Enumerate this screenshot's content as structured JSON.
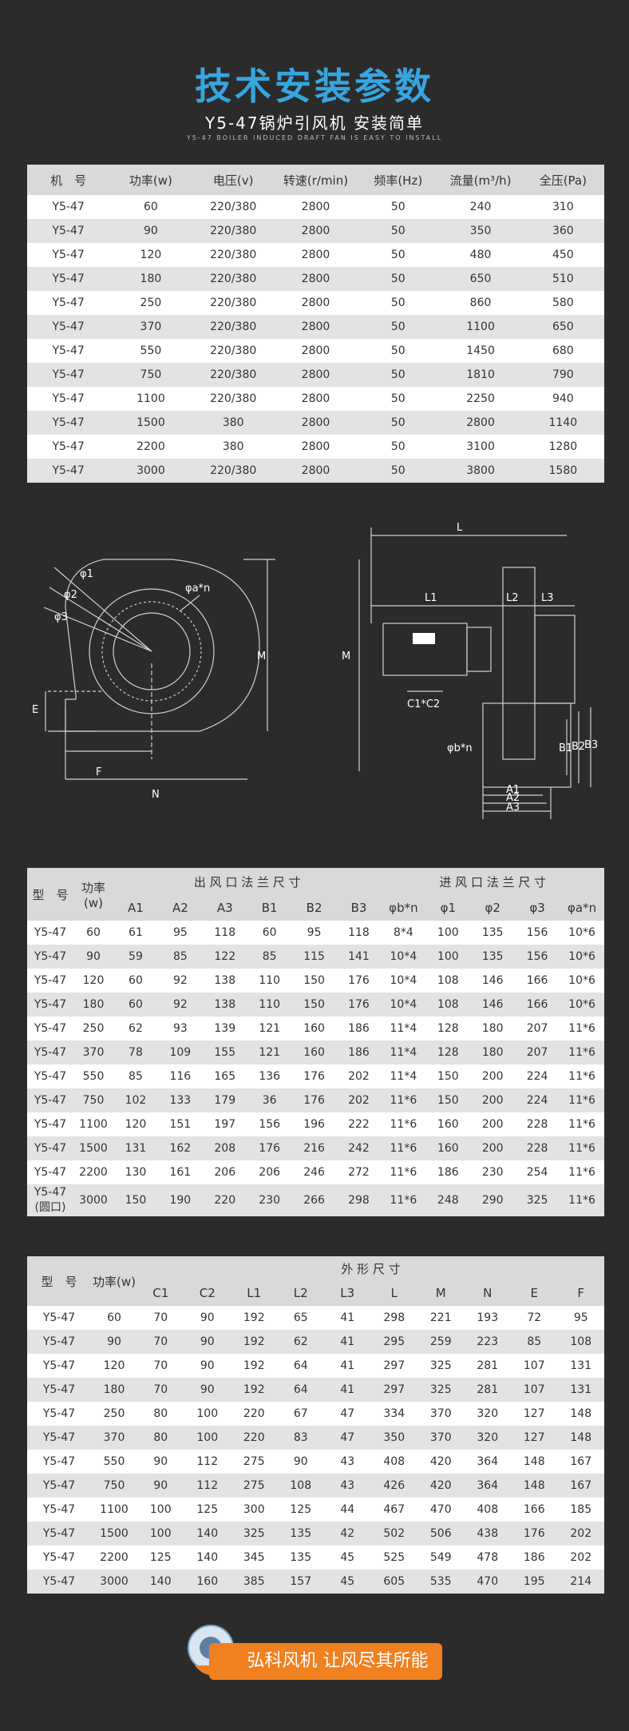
{
  "header": {
    "title": "技术安装参数",
    "subtitle": "Y5-47锅炉引风机 安装简单",
    "tagline": "Y5-47 BOILER INDUCED DRAFT FAN IS EASY TO INSTALL"
  },
  "spec_table": {
    "headers": [
      "机　号",
      "功率(w)",
      "电压(v)",
      "转速(r/min)",
      "频率(Hz)",
      "流量(m³/h)",
      "全压(Pa)"
    ],
    "rows": [
      [
        "Y5-47",
        "60",
        "220/380",
        "2800",
        "50",
        "240",
        "310"
      ],
      [
        "Y5-47",
        "90",
        "220/380",
        "2800",
        "50",
        "350",
        "360"
      ],
      [
        "Y5-47",
        "120",
        "220/380",
        "2800",
        "50",
        "480",
        "450"
      ],
      [
        "Y5-47",
        "180",
        "220/380",
        "2800",
        "50",
        "650",
        "510"
      ],
      [
        "Y5-47",
        "250",
        "220/380",
        "2800",
        "50",
        "860",
        "580"
      ],
      [
        "Y5-47",
        "370",
        "220/380",
        "2800",
        "50",
        "1100",
        "650"
      ],
      [
        "Y5-47",
        "550",
        "220/380",
        "2800",
        "50",
        "1450",
        "680"
      ],
      [
        "Y5-47",
        "750",
        "220/380",
        "2800",
        "50",
        "1810",
        "790"
      ],
      [
        "Y5-47",
        "1100",
        "220/380",
        "2800",
        "50",
        "2250",
        "940"
      ],
      [
        "Y5-47",
        "1500",
        "380",
        "2800",
        "50",
        "2800",
        "1140"
      ],
      [
        "Y5-47",
        "2200",
        "380",
        "2800",
        "50",
        "3100",
        "1280"
      ],
      [
        "Y5-47",
        "3000",
        "220/380",
        "2800",
        "50",
        "3800",
        "1580"
      ]
    ]
  },
  "diagram_labels": {
    "phi1": "φ1",
    "phi2": "φ2",
    "phi3": "φ3",
    "phian": "φa*n",
    "E": "E",
    "F": "F",
    "N": "N",
    "M_left": "M",
    "L": "L",
    "L1": "L1",
    "L2": "L2",
    "L3": "L3",
    "M_right": "M",
    "C1C2": "C1*C2",
    "phibn": "φb*n",
    "B1": "B1",
    "B2": "B2",
    "B3": "B3",
    "A1": "A1",
    "A2": "A2",
    "A3": "A3"
  },
  "flange_table": {
    "model_header": "型　号",
    "power_header": "功率(w)",
    "outlet_group": "出 风 口 法 兰 尺 寸",
    "inlet_group": "进 风 口 法 兰 尺 寸",
    "sub_headers": [
      "A1",
      "A2",
      "A3",
      "B1",
      "B2",
      "B3",
      "φb*n",
      "φ1",
      "φ2",
      "φ3",
      "φa*n"
    ],
    "rows": [
      [
        "Y5-47",
        "60",
        "61",
        "95",
        "118",
        "60",
        "95",
        "118",
        "8*4",
        "100",
        "135",
        "156",
        "10*6"
      ],
      [
        "Y5-47",
        "90",
        "59",
        "85",
        "122",
        "85",
        "115",
        "141",
        "10*4",
        "100",
        "135",
        "156",
        "10*6"
      ],
      [
        "Y5-47",
        "120",
        "60",
        "92",
        "138",
        "110",
        "150",
        "176",
        "10*4",
        "108",
        "146",
        "166",
        "10*6"
      ],
      [
        "Y5-47",
        "180",
        "60",
        "92",
        "138",
        "110",
        "150",
        "176",
        "10*4",
        "108",
        "146",
        "166",
        "10*6"
      ],
      [
        "Y5-47",
        "250",
        "62",
        "93",
        "139",
        "121",
        "160",
        "186",
        "11*4",
        "128",
        "180",
        "207",
        "11*6"
      ],
      [
        "Y5-47",
        "370",
        "78",
        "109",
        "155",
        "121",
        "160",
        "186",
        "11*4",
        "128",
        "180",
        "207",
        "11*6"
      ],
      [
        "Y5-47",
        "550",
        "85",
        "116",
        "165",
        "136",
        "176",
        "202",
        "11*4",
        "150",
        "200",
        "224",
        "11*6"
      ],
      [
        "Y5-47",
        "750",
        "102",
        "133",
        "179",
        "36",
        "176",
        "202",
        "11*6",
        "150",
        "200",
        "224",
        "11*6"
      ],
      [
        "Y5-47",
        "1100",
        "120",
        "151",
        "197",
        "156",
        "196",
        "222",
        "11*6",
        "160",
        "200",
        "228",
        "11*6"
      ],
      [
        "Y5-47",
        "1500",
        "131",
        "162",
        "208",
        "176",
        "216",
        "242",
        "11*6",
        "160",
        "200",
        "228",
        "11*6"
      ],
      [
        "Y5-47",
        "2200",
        "130",
        "161",
        "206",
        "206",
        "246",
        "272",
        "11*6",
        "186",
        "230",
        "254",
        "11*6"
      ],
      [
        "Y5-47 (圆口)",
        "3000",
        "150",
        "190",
        "220",
        "230",
        "266",
        "298",
        "11*6",
        "248",
        "290",
        "325",
        "11*6"
      ]
    ]
  },
  "outline_table": {
    "model_header": "型　号",
    "power_header": "功率(w)",
    "group": "外 形 尺 寸",
    "sub_headers": [
      "C1",
      "C2",
      "L1",
      "L2",
      "L3",
      "L",
      "M",
      "N",
      "E",
      "F"
    ],
    "rows": [
      [
        "Y5-47",
        "60",
        "70",
        "90",
        "192",
        "65",
        "41",
        "298",
        "221",
        "193",
        "72",
        "95"
      ],
      [
        "Y5-47",
        "90",
        "70",
        "90",
        "192",
        "62",
        "41",
        "295",
        "259",
        "223",
        "85",
        "108"
      ],
      [
        "Y5-47",
        "120",
        "70",
        "90",
        "192",
        "64",
        "41",
        "297",
        "325",
        "281",
        "107",
        "131"
      ],
      [
        "Y5-47",
        "180",
        "70",
        "90",
        "192",
        "64",
        "41",
        "297",
        "325",
        "281",
        "107",
        "131"
      ],
      [
        "Y5-47",
        "250",
        "80",
        "100",
        "220",
        "67",
        "47",
        "334",
        "370",
        "320",
        "127",
        "148"
      ],
      [
        "Y5-47",
        "370",
        "80",
        "100",
        "220",
        "83",
        "47",
        "350",
        "370",
        "320",
        "127",
        "148"
      ],
      [
        "Y5-47",
        "550",
        "90",
        "112",
        "275",
        "90",
        "43",
        "408",
        "420",
        "364",
        "148",
        "167"
      ],
      [
        "Y5-47",
        "750",
        "90",
        "112",
        "275",
        "108",
        "43",
        "426",
        "420",
        "364",
        "148",
        "167"
      ],
      [
        "Y5-47",
        "1100",
        "100",
        "125",
        "300",
        "125",
        "44",
        "467",
        "470",
        "408",
        "166",
        "185"
      ],
      [
        "Y5-47",
        "1500",
        "100",
        "140",
        "325",
        "135",
        "42",
        "502",
        "506",
        "438",
        "176",
        "202"
      ],
      [
        "Y5-47",
        "2200",
        "125",
        "140",
        "345",
        "135",
        "45",
        "525",
        "549",
        "478",
        "186",
        "202"
      ],
      [
        "Y5-47",
        "3000",
        "140",
        "160",
        "385",
        "157",
        "45",
        "605",
        "535",
        "470",
        "195",
        "214"
      ]
    ]
  },
  "footer": {
    "slogan": "弘科风机 让风尽其所能"
  },
  "colors": {
    "title": "#36a6e0",
    "background": "#2b2b2b",
    "footer": "#f08020"
  }
}
